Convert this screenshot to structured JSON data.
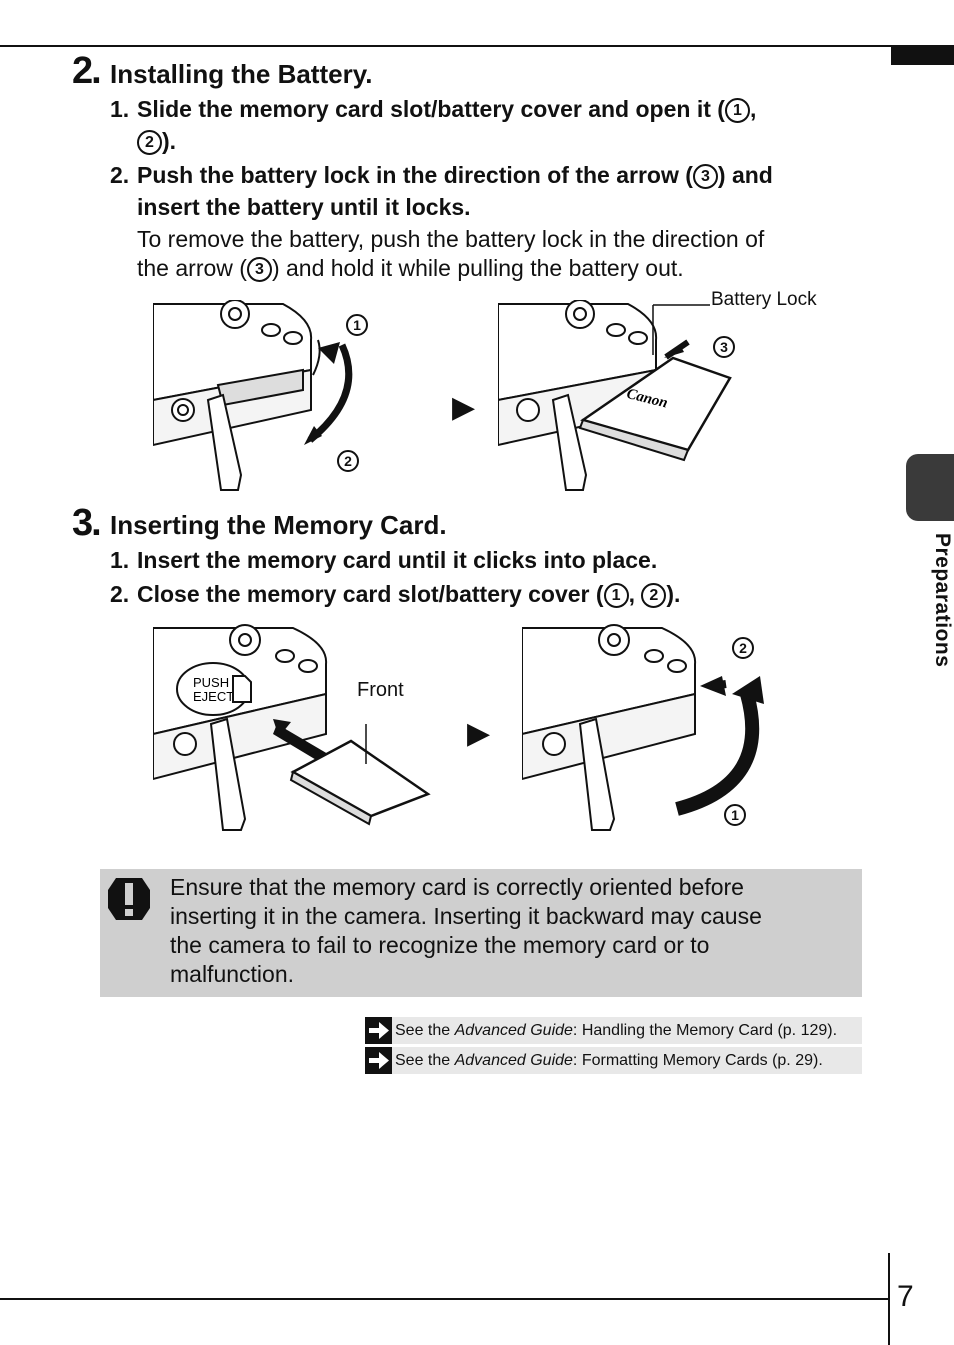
{
  "header": {
    "side_tab_label": "Preparations"
  },
  "section2": {
    "number": "2.",
    "title": "Installing the Battery.",
    "step1_num": "1.",
    "step1_a": "Slide the memory card slot/battery cover and open it (",
    "step1_b": ",",
    "step1_c": ").",
    "step2_num": "2.",
    "step2_a": "Push the battery lock in the direction of the arrow (",
    "step2_b": ") and",
    "step2_c": "insert the battery until it locks.",
    "note_a": "To remove the battery, push the battery lock in the direction of",
    "note_b": "the arrow (",
    "note_c": ") and hold it while pulling the battery out.",
    "figure_label_battery_lock": "Battery Lock",
    "battery_brand": "Canon"
  },
  "section3": {
    "number": "3.",
    "title": "Inserting the Memory Card.",
    "step1_num": "1.",
    "step1": "Insert the memory card until it clicks into place.",
    "step2_num": "2.",
    "step2_a": "Close the memory card slot/battery cover (",
    "step2_b": ", ",
    "step2_c": ").",
    "figure_label_front": "Front",
    "push_label": "PUSH",
    "eject_label": "EJECT"
  },
  "circled": {
    "one": "1",
    "two": "2",
    "three": "3"
  },
  "caution": {
    "line1": "Ensure that the memory card is correctly oriented before",
    "line2": "inserting it in the camera. Inserting it backward may cause",
    "line3": "the camera to fail to recognize the memory card or to",
    "line4": "malfunction."
  },
  "references": [
    {
      "prefix": "See the ",
      "guide": "Advanced Guide",
      "suffix": ": Handling the Memory Card (p. 129)."
    },
    {
      "prefix": "See the ",
      "guide": "Advanced Guide",
      "suffix": ": Formatting Memory Cards (p. 29)."
    }
  ],
  "footer": {
    "page_number": "7"
  }
}
